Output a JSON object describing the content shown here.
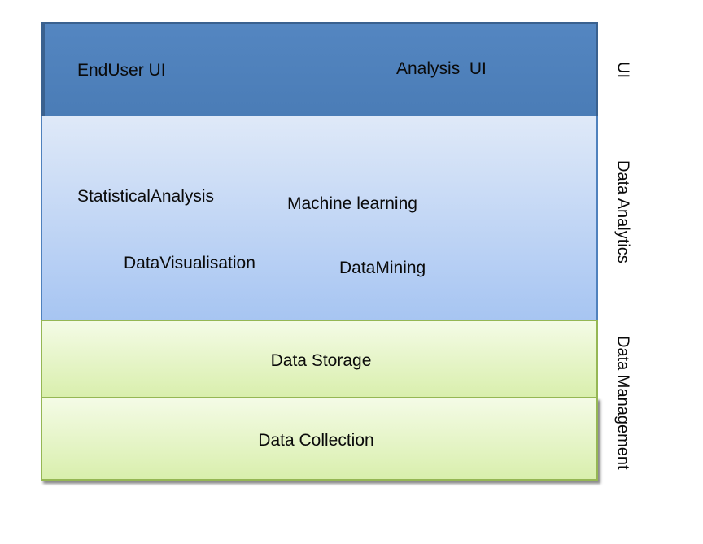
{
  "bands": {
    "ui": {
      "enduser": "EndUser UI",
      "analysis": "Analysis  UI"
    },
    "analytics": {
      "statistical": "StatisticalAnalysis",
      "machine_learning": "Machine learning",
      "visualisation": "DataVisualisation",
      "mining": "DataMining"
    },
    "storage": {
      "label": "Data Storage"
    },
    "collection": {
      "label": "Data Collection"
    }
  },
  "side_labels": {
    "ui": "UI",
    "analytics": "Data Analytics",
    "management": "Data Management"
  },
  "colors": {
    "ui_fill": "#4C7EBA",
    "ui_border": "#3A618F",
    "analytics_top": "#DFE9F8",
    "analytics_bottom": "#A7C5F2",
    "analytics_border": "#4F81BD",
    "green_top": "#F4FBE6",
    "green_bottom": "#D9EFAD",
    "green_border": "#95B754",
    "shadow": "#8a8a8a",
    "text": "#0a0a0a"
  }
}
